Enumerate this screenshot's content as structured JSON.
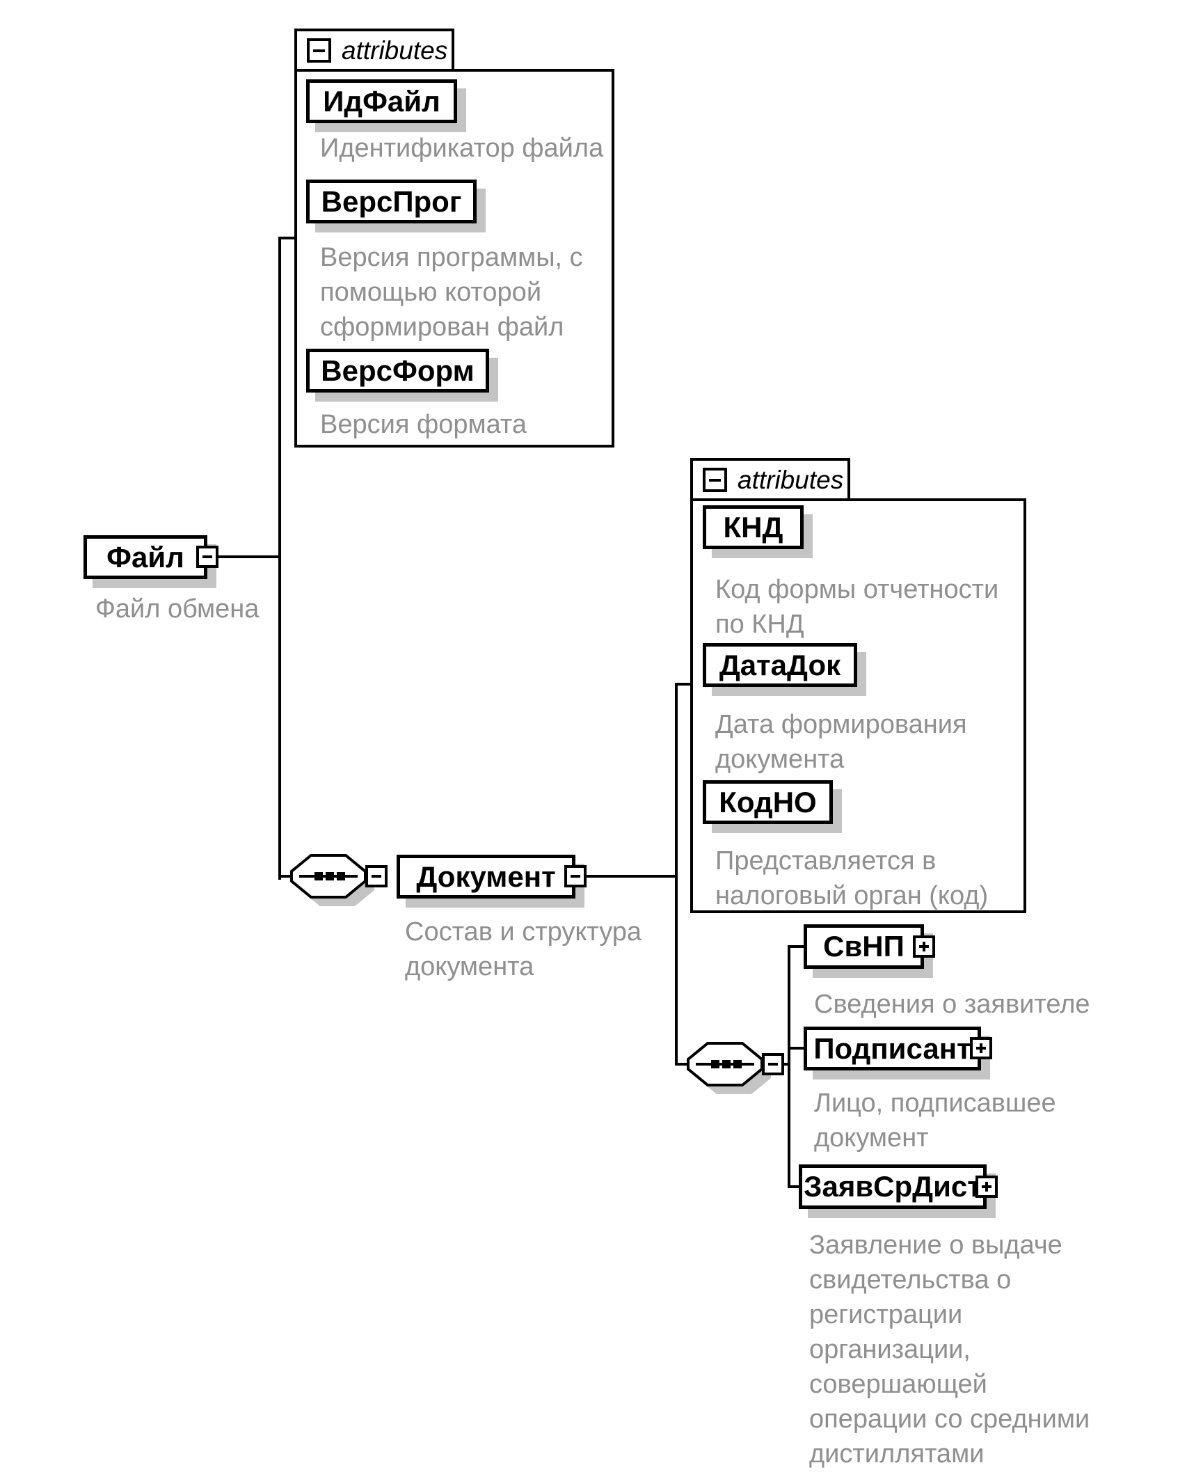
{
  "attributes_header": "attributes",
  "root": {
    "name": "Файл",
    "desc": [
      "Файл обмена"
    ]
  },
  "file_attrs": {
    "items": [
      {
        "name": "ИдФайл",
        "desc": [
          "Идентификатор файла"
        ]
      },
      {
        "name": "ВерсПрог",
        "desc": [
          "Версия программы, с",
          "помощью которой",
          "сформирован файл"
        ]
      },
      {
        "name": "ВерсФорм",
        "desc": [
          "Версия формата"
        ]
      }
    ]
  },
  "document": {
    "name": "Документ",
    "desc": [
      "Состав и структура",
      "документа"
    ]
  },
  "doc_attrs": {
    "items": [
      {
        "name": "КНД",
        "desc": [
          "Код формы отчетности",
          "по КНД"
        ]
      },
      {
        "name": "ДатаДок",
        "desc": [
          "Дата формирования",
          "документа"
        ]
      },
      {
        "name": "КодНО",
        "desc": [
          "Представляется в",
          "налоговый орган (код)"
        ]
      }
    ]
  },
  "doc_children": [
    {
      "name": "СвНП",
      "desc": [
        "Сведения о заявителе"
      ]
    },
    {
      "name": "Подписант",
      "desc": [
        "Лицо, подписавшее",
        "документ"
      ]
    },
    {
      "name": "ЗаявСрДист",
      "desc": [
        "Заявление о выдаче",
        "свидетельства о",
        "регистрации",
        "организации,",
        "совершающей",
        "операции со средними",
        "дистиллятами"
      ]
    }
  ],
  "icons": {
    "collapse": "minus-box",
    "expand": "plus-box",
    "sequence": "octagon-with-three-dots"
  },
  "colors": {
    "line": "#000000",
    "box_background": "#ffffff",
    "annotation_text": "#8f8f8f",
    "shadow": "#c4c4c4"
  }
}
